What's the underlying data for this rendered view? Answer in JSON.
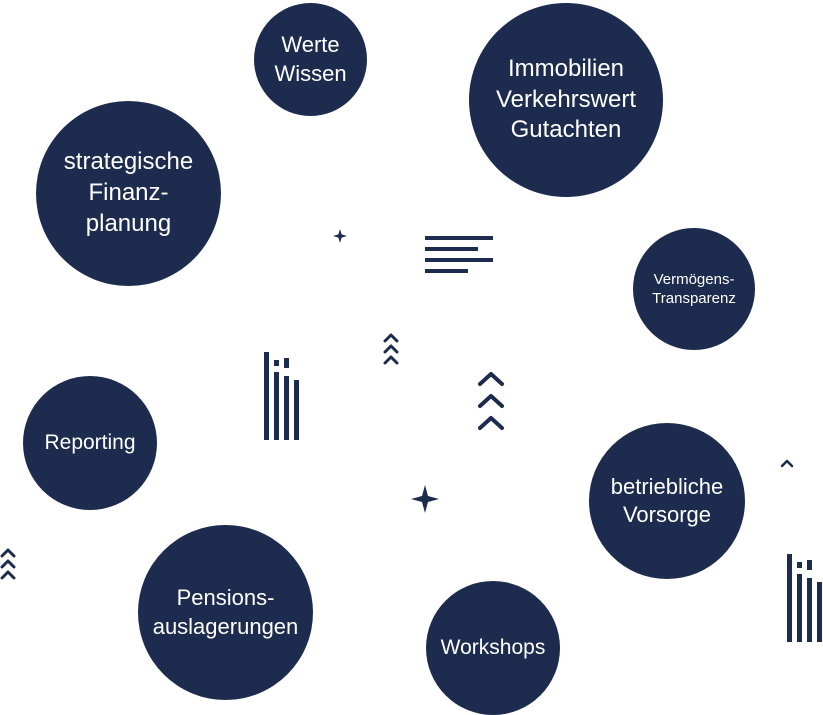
{
  "colors": {
    "bubble": "#1d2b4f",
    "text": "#ffffff",
    "background": "#ffffff"
  },
  "bubbles": [
    {
      "id": "werte-wissen",
      "label": "Werte\nWissen"
    },
    {
      "id": "immobilien",
      "label": "Immobilien\nVerkehrswert\nGutachten"
    },
    {
      "id": "finanzplanung",
      "label": "strategische\nFinanz-\nplanung"
    },
    {
      "id": "vermoegen",
      "label": "Vermögens-\nTransparenz"
    },
    {
      "id": "reporting",
      "label": "Reporting"
    },
    {
      "id": "vorsorge",
      "label": "betriebliche\nVorsorge"
    },
    {
      "id": "pensions",
      "label": "Pensions-\nauslagerungen"
    },
    {
      "id": "workshops",
      "label": "Workshops"
    }
  ],
  "decorations": [
    "sparkle-icon",
    "lines-icon",
    "chevron-up-icon",
    "bars-icon"
  ]
}
